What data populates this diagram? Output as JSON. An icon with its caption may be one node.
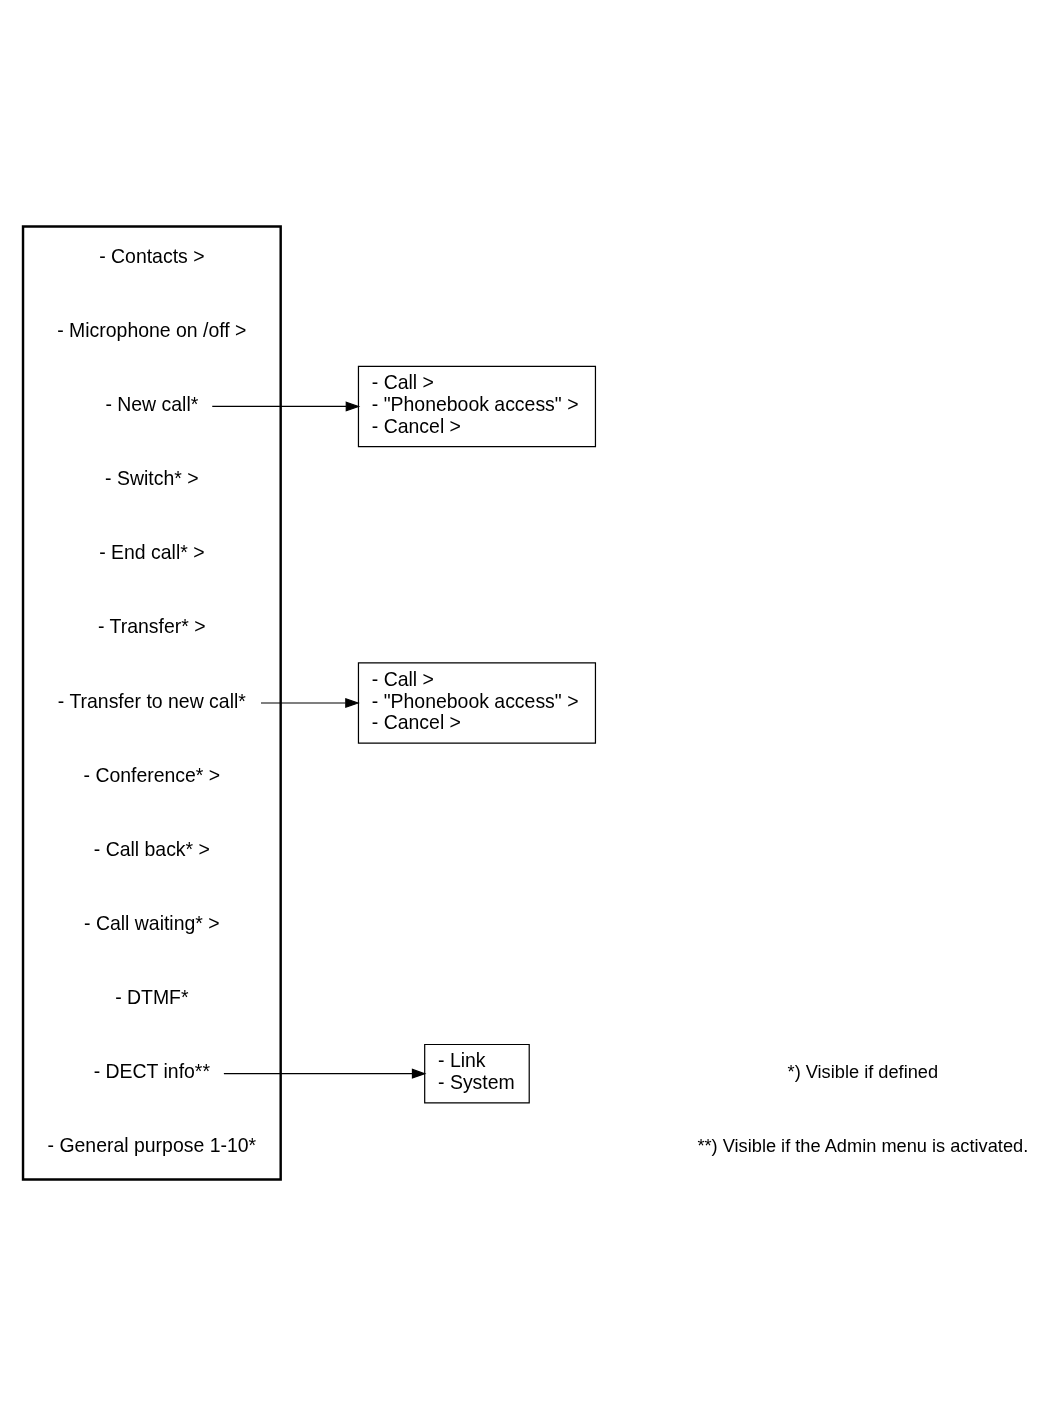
{
  "diagram": {
    "nodes": [
      {
        "text": [],
        "shape": "box"
      },
      {
        "text": [
          "- Contacts >"
        ],
        "in": 0
      },
      {
        "text": [
          "- Microphone on /off >"
        ],
        "in": 0
      },
      {
        "text": [
          "- New call*"
        ],
        "in": 0
      },
      {
        "text": [
          "- Switch* >"
        ],
        "in": 0
      },
      {
        "text": [
          "- End call* >"
        ],
        "in": 0
      },
      {
        "text": [
          "- Transfer* >"
        ],
        "in": 0
      },
      {
        "text": [
          "- Transfer to new call*"
        ],
        "in": 0
      },
      {
        "text": [
          "- Conference* >"
        ],
        "in": 0
      },
      {
        "text": [
          "- Call back* >"
        ],
        "in": 0
      },
      {
        "text": [
          "- Call waiting* >"
        ],
        "in": 0
      },
      {
        "text": [
          "- DTMF*"
        ],
        "in": 0
      },
      {
        "text": [
          "- DECT info**"
        ],
        "in": 0
      },
      {
        "text": [
          "- General purpose 1-10*"
        ],
        "in": 0
      },
      {
        "text": [
          "- Call >",
          "- \"Phonebook access\" >",
          "- Cancel >"
        ]
      },
      {
        "text": [
          "- Call >",
          "- \"Phonebook access\" >",
          "- Cancel >"
        ]
      },
      {
        "text": [
          "- Link",
          "- System"
        ]
      }
    ],
    "edges": [
      {
        "from": 3,
        "to": 14,
        "arrow": "to"
      },
      {
        "from": 7,
        "to": 15,
        "arrow": "to"
      },
      {
        "from": 12,
        "to": 16,
        "arrow": "to"
      }
    ],
    "labels": [
      "*) Visible if defined",
      "**) Visible if the Admin menu is activated."
    ]
  }
}
